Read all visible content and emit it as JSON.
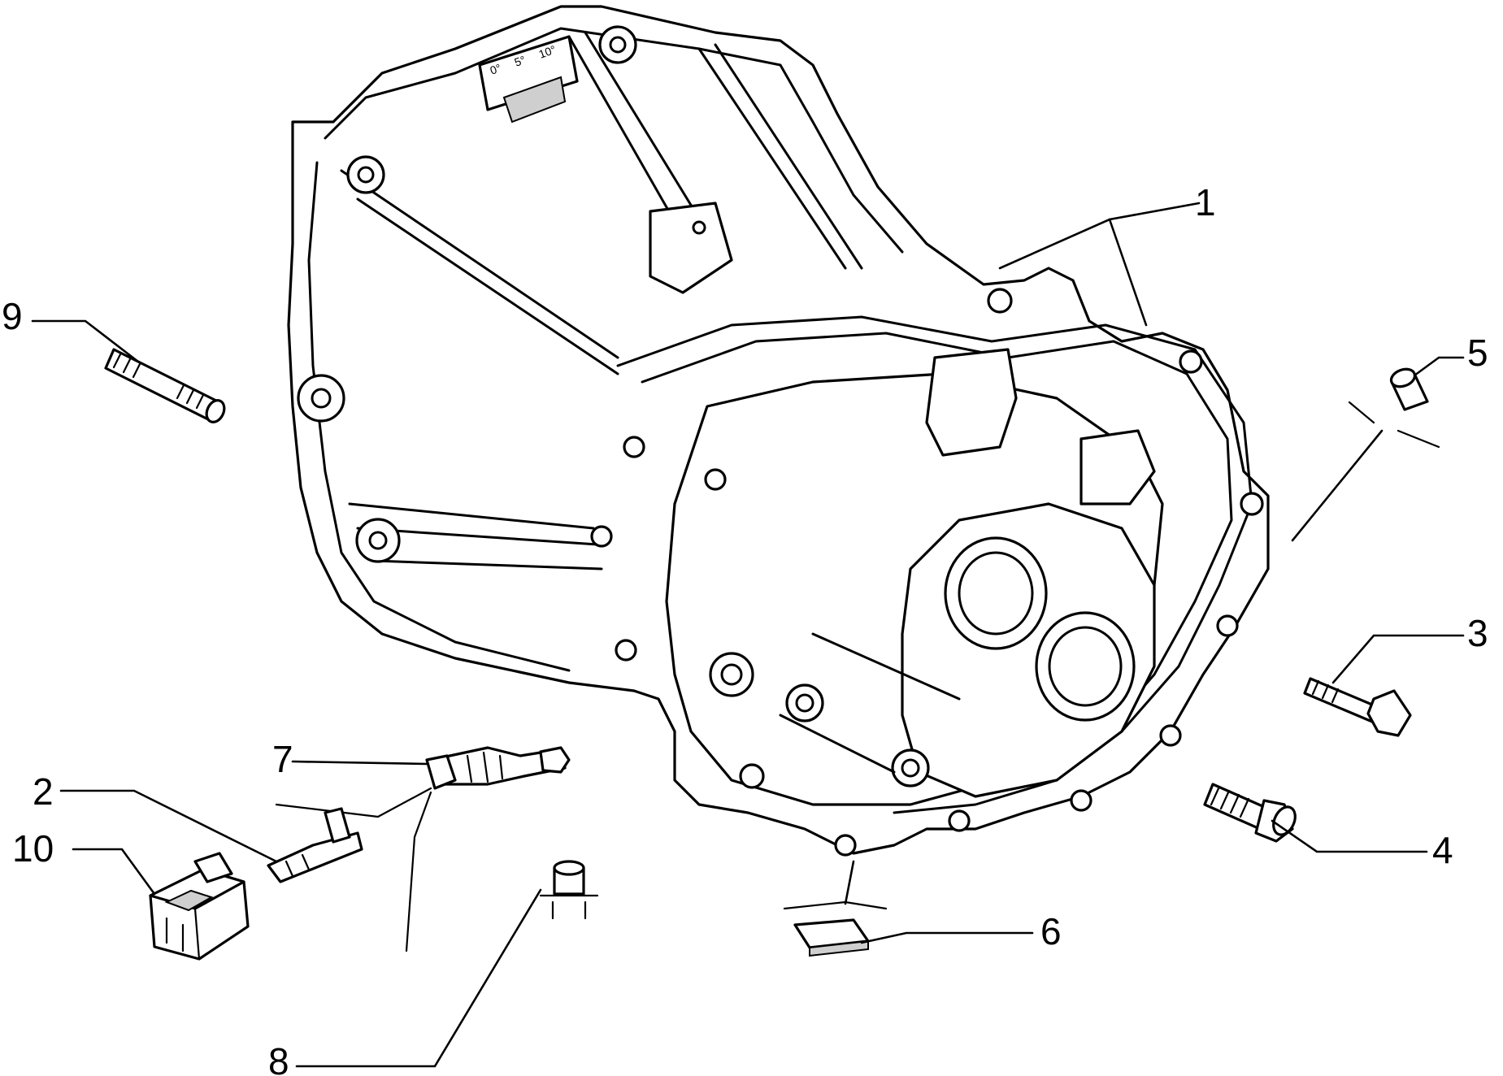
{
  "diagram": {
    "dial_scale": [
      "0°",
      "5°",
      "10°"
    ],
    "callouts": [
      {
        "id": "1",
        "label": "1"
      },
      {
        "id": "2",
        "label": "2"
      },
      {
        "id": "3",
        "label": "3"
      },
      {
        "id": "4",
        "label": "4"
      },
      {
        "id": "5",
        "label": "5"
      },
      {
        "id": "6",
        "label": "6"
      },
      {
        "id": "7",
        "label": "7"
      },
      {
        "id": "8",
        "label": "8"
      },
      {
        "id": "9",
        "label": "9"
      },
      {
        "id": "10",
        "label": "10"
      }
    ]
  }
}
